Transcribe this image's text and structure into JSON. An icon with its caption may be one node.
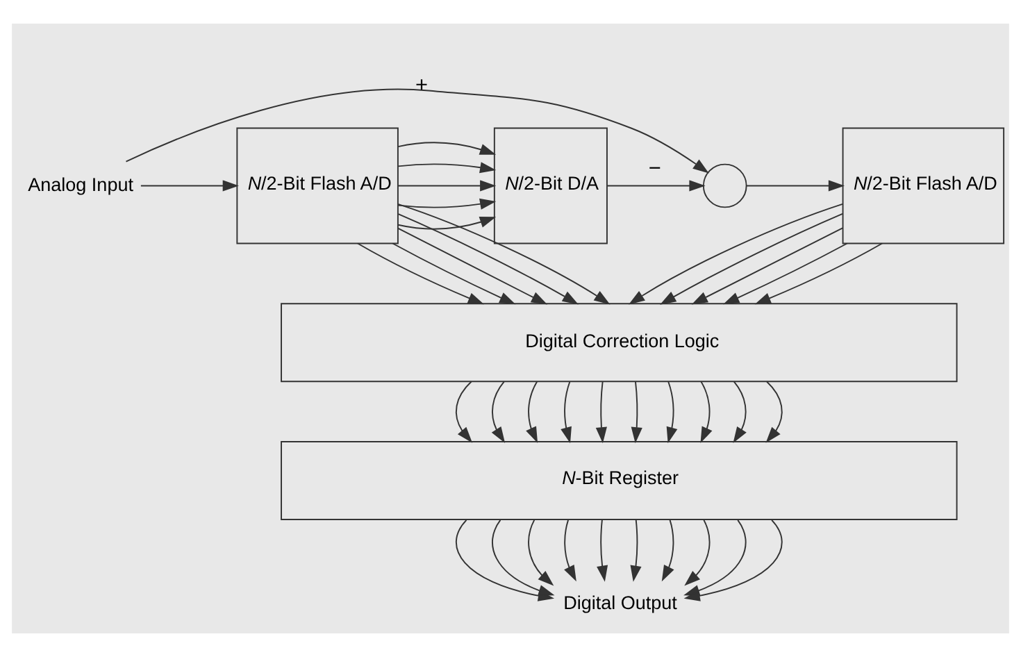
{
  "diagram": {
    "nodes": [
      {
        "text": [
          "Analog Input"
        ]
      },
      {
        "text": [
          "*N*/2-Bit Flash A/D"
        ]
      },
      {
        "text": [
          "*N*/2-Bit D/A"
        ]
      },
      {
        "text": [],
        "shape": "circle"
      },
      {
        "text": [
          "*N*/2-Bit Flash A/D"
        ]
      },
      {
        "text": [
          "Digital Correction Logic"
        ]
      },
      {
        "text": [
          "*N*-Bit Register"
        ]
      },
      {
        "text": [
          "Digital Output"
        ]
      }
    ],
    "edges": [
      {
        "from": 0,
        "to": 1,
        "arrow": "to"
      },
      {
        "from": 0,
        "to": 3,
        "arrow": "to",
        "label": "+"
      },
      {
        "from": 1,
        "to": 2,
        "arrow": "to"
      },
      {
        "from": 1,
        "to": 2,
        "arrow": "to"
      },
      {
        "from": 1,
        "to": 2,
        "arrow": "to"
      },
      {
        "from": 1,
        "to": 2,
        "arrow": "to"
      },
      {
        "from": 1,
        "to": 2,
        "arrow": "to"
      },
      {
        "from": 2,
        "to": 3,
        "arrow": "to",
        "label": "−"
      },
      {
        "from": 3,
        "to": 4,
        "arrow": "to"
      },
      {
        "from": 1,
        "to": 5,
        "arrow": "to"
      },
      {
        "from": 1,
        "to": 5,
        "arrow": "to"
      },
      {
        "from": 1,
        "to": 5,
        "arrow": "to"
      },
      {
        "from": 1,
        "to": 5,
        "arrow": "to"
      },
      {
        "from": 1,
        "to": 5,
        "arrow": "to"
      },
      {
        "from": 4,
        "to": 5,
        "arrow": "to"
      },
      {
        "from": 4,
        "to": 5,
        "arrow": "to"
      },
      {
        "from": 4,
        "to": 5,
        "arrow": "to"
      },
      {
        "from": 4,
        "to": 5,
        "arrow": "to"
      },
      {
        "from": 4,
        "to": 5,
        "arrow": "to"
      },
      {
        "from": 5,
        "to": 6,
        "arrow": "to"
      },
      {
        "from": 5,
        "to": 6,
        "arrow": "to"
      },
      {
        "from": 5,
        "to": 6,
        "arrow": "to"
      },
      {
        "from": 5,
        "to": 6,
        "arrow": "to"
      },
      {
        "from": 5,
        "to": 6,
        "arrow": "to"
      },
      {
        "from": 5,
        "to": 6,
        "arrow": "to"
      },
      {
        "from": 5,
        "to": 6,
        "arrow": "to"
      },
      {
        "from": 5,
        "to": 6,
        "arrow": "to"
      },
      {
        "from": 5,
        "to": 6,
        "arrow": "to"
      },
      {
        "from": 5,
        "to": 6,
        "arrow": "to"
      },
      {
        "from": 6,
        "to": 7,
        "arrow": "to"
      },
      {
        "from": 6,
        "to": 7,
        "arrow": "to"
      },
      {
        "from": 6,
        "to": 7,
        "arrow": "to"
      },
      {
        "from": 6,
        "to": 7,
        "arrow": "to"
      },
      {
        "from": 6,
        "to": 7,
        "arrow": "to"
      },
      {
        "from": 6,
        "to": 7,
        "arrow": "to"
      },
      {
        "from": 6,
        "to": 7,
        "arrow": "to"
      },
      {
        "from": 6,
        "to": 7,
        "arrow": "to"
      },
      {
        "from": 6,
        "to": 7,
        "arrow": "to"
      },
      {
        "from": 6,
        "to": 7,
        "arrow": "to"
      }
    ]
  }
}
